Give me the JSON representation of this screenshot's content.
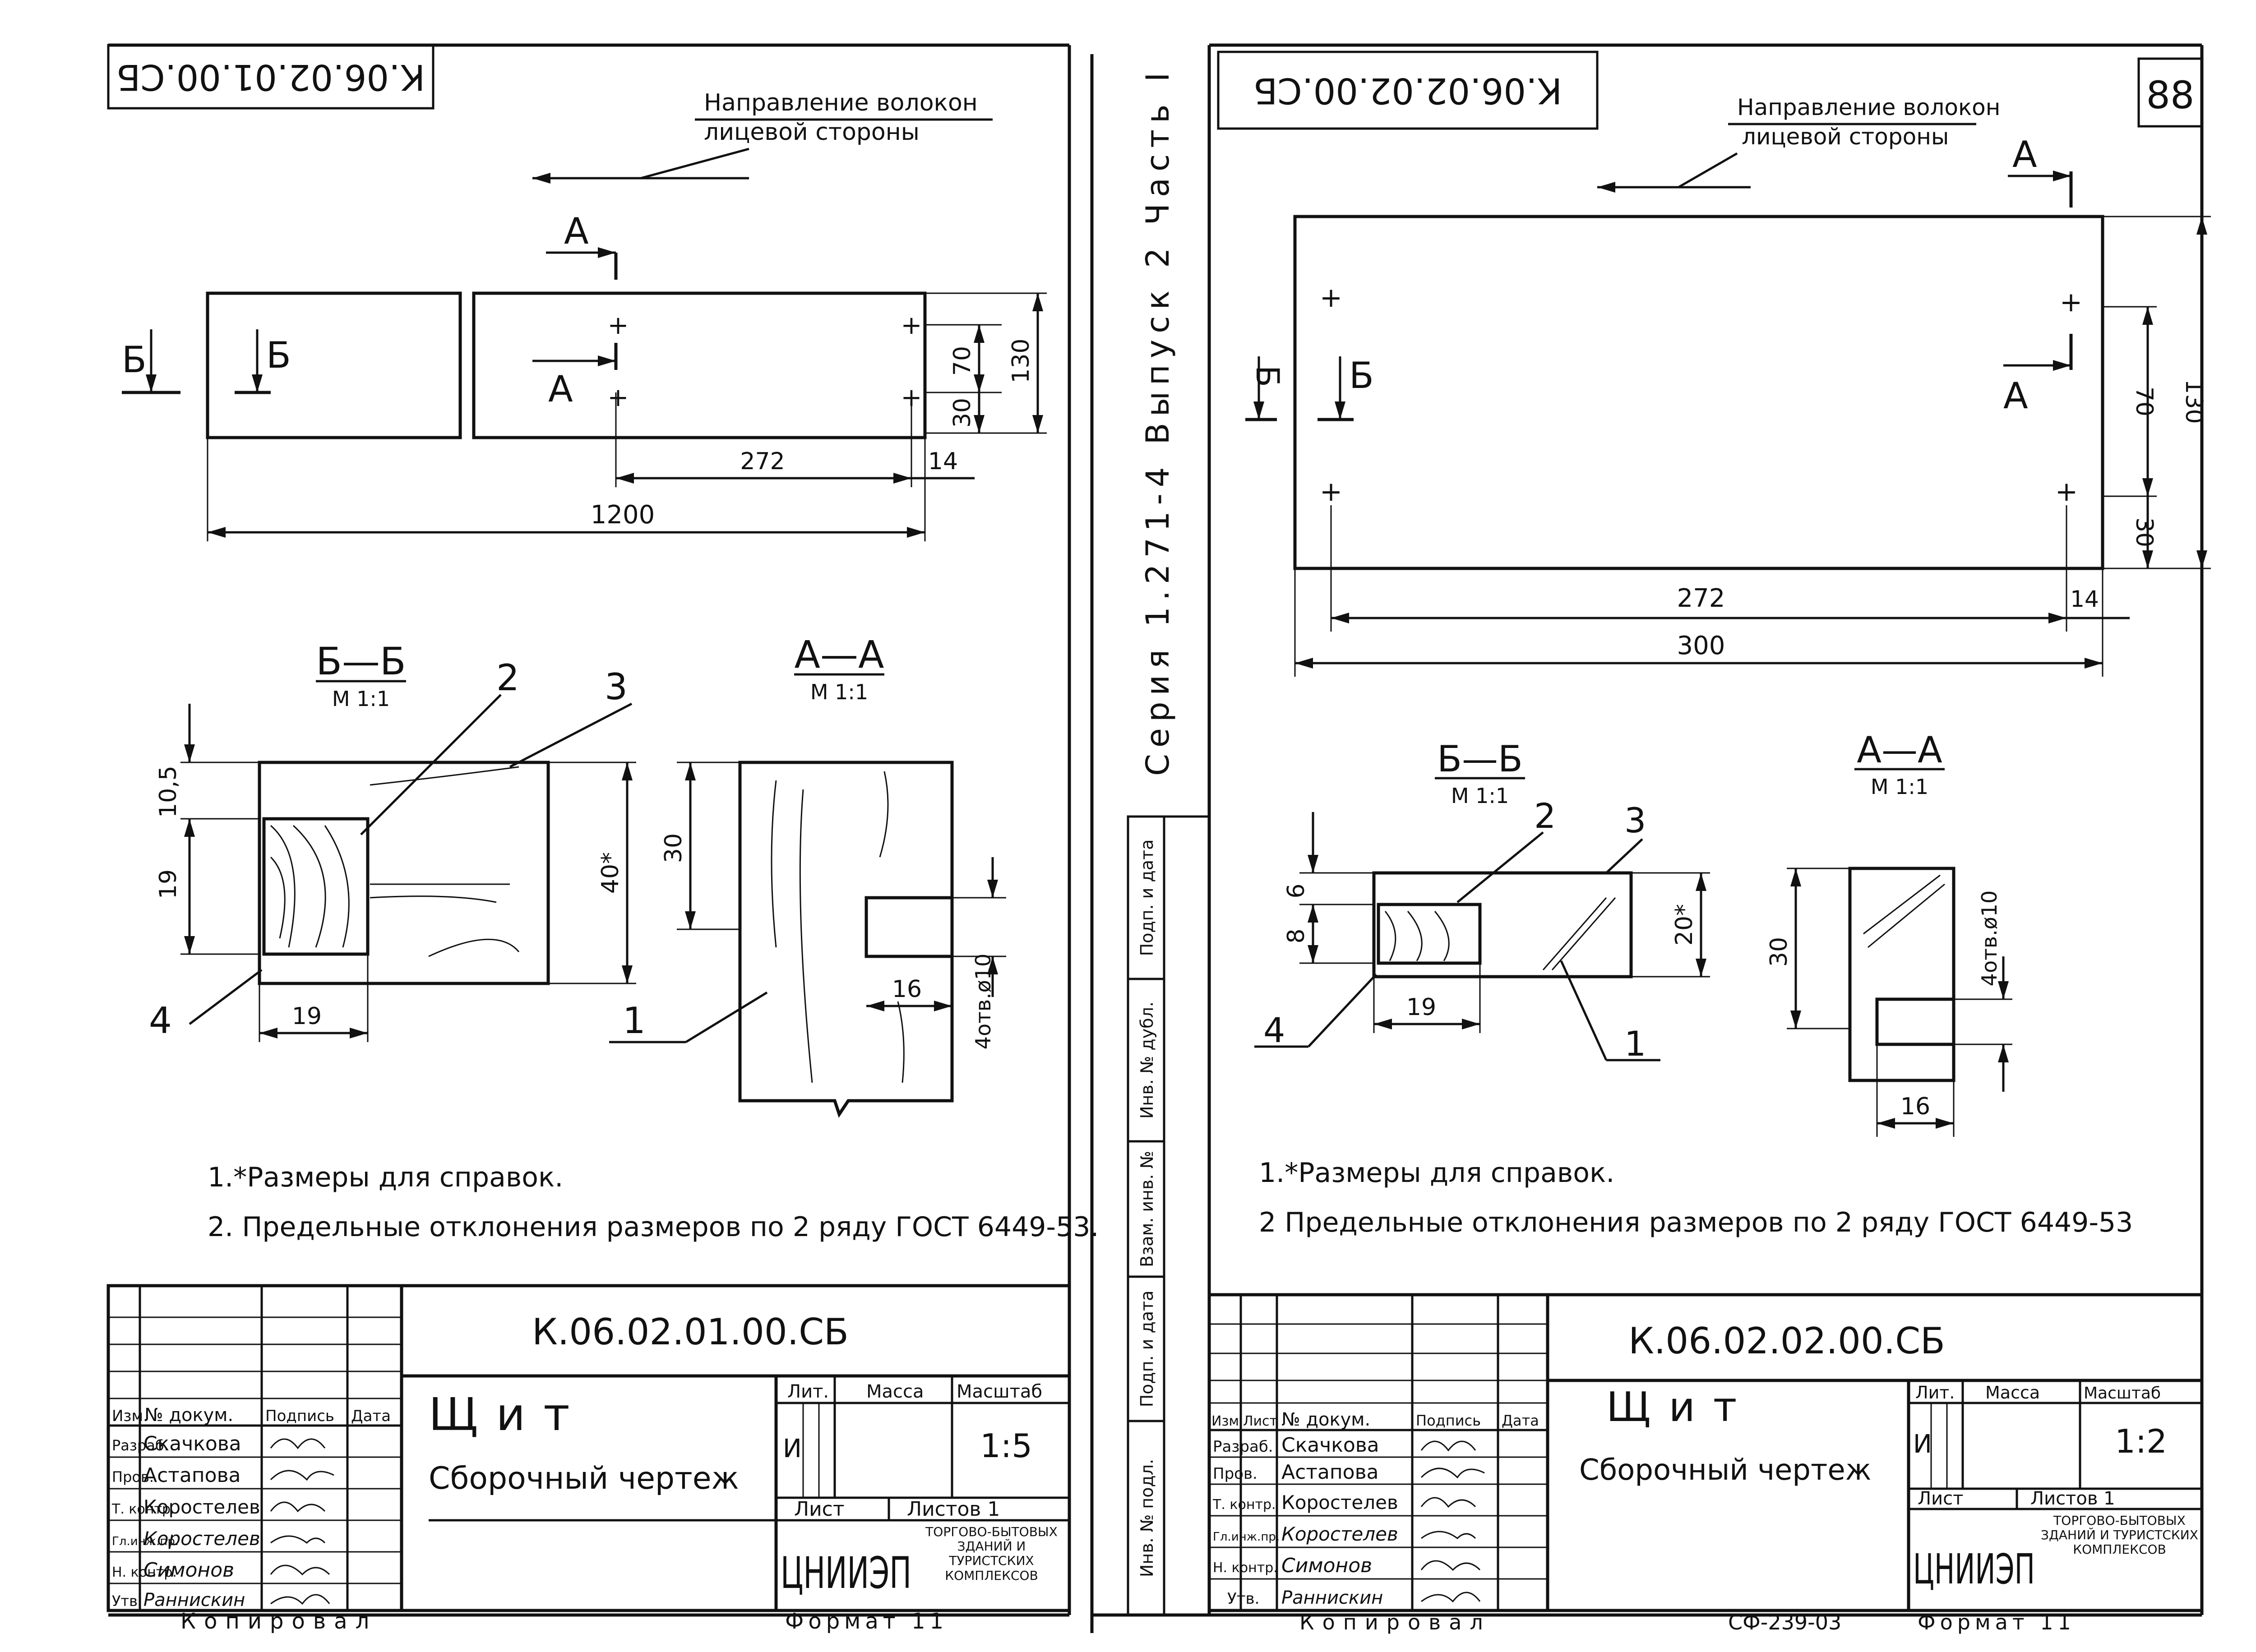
{
  "page_number": "88",
  "vertical_series": "Серия   1.271-4      Выпуск 2  Часть I",
  "side_stamp": [
    "Подп. и дата",
    "Инв. № дубл.",
    "Взам. инв. №",
    "Подп. и дата",
    "Инв. № подл."
  ],
  "sheet1": {
    "code_stamp_upside_down": "К.06.02.01.00.СБ",
    "fiber_note_line1": "Направление волокон",
    "fiber_note_line2": "лицевой стороны",
    "dims": {
      "overall": "1200",
      "span": "272",
      "edge": "14",
      "h70": "70",
      "h30": "30",
      "h130": "130"
    },
    "cut_marks": {
      "a": "А",
      "b": "Б"
    },
    "section_bb": {
      "title": "Б—Б",
      "scale": "М 1:1",
      "d105": "10,5",
      "d19v": "19",
      "d19h": "19",
      "d40": "40*",
      "callouts": [
        "2",
        "3",
        "4"
      ]
    },
    "section_aa": {
      "title": "А—А",
      "scale": "М 1:1",
      "d30": "30",
      "d16": "16",
      "holes": "4отв.ø10",
      "callout": "1"
    },
    "notes": [
      "1.*Размеры для справок.",
      "2. Предельные отклонения размеров по 2 ряду ГОСТ 6449-53."
    ],
    "title_block": {
      "code": "К.06.02.01.00.СБ",
      "name": "Щит",
      "subtitle": "Сборочный чертеж",
      "headers": {
        "lit": "Лит.",
        "mass": "Масса",
        "scale": "Масштаб",
        "sheet": "Лист",
        "sheets": "Листов 1",
        "doc": "№ докум.",
        "sign": "Подпись",
        "date": "Дата",
        "izm": "Изм."
      },
      "lit_value": "И",
      "scale_value": "1:5",
      "roles": [
        "Разраб.",
        "Пров.",
        "Т. контр.",
        "Гл.инж.пр.",
        "Н. контр.",
        "Утв."
      ],
      "people": [
        "Скачкова",
        "Астапова",
        "Коростелев",
        "Коростелев",
        "Симонов",
        "Раннискин"
      ],
      "org_logo": "ЦНИИЭП",
      "org_text": "торгово-бытовых зданий и туристских комплексов",
      "copied": "Копировал",
      "format": "Формат 11"
    }
  },
  "sheet2": {
    "code_stamp_upside_down": "К.06.02.02.00.СБ",
    "fiber_note_line1": "Направление волокон",
    "fiber_note_line2": "лицевой стороны",
    "dims": {
      "overall": "300",
      "span": "272",
      "edge": "14",
      "h70": "70",
      "h30": "30",
      "h130": "130"
    },
    "cut_marks": {
      "a": "А",
      "b": "Б"
    },
    "section_bb": {
      "title": "Б—Б",
      "scale": "М 1:1",
      "d6": "6",
      "d8": "8",
      "d19": "19",
      "d20": "20*",
      "callouts": [
        "2",
        "3",
        "4",
        "1"
      ]
    },
    "section_aa": {
      "title": "А—А",
      "scale": "М 1:1",
      "d30": "30",
      "d16": "16",
      "holes": "4отв.ø10"
    },
    "notes": [
      "1.*Размеры для справок.",
      "2 Предельные отклонения  размеров по 2 ряду ГОСТ 6449-53"
    ],
    "title_block": {
      "code": "К.06.02.02.00.СБ",
      "name": "Щит",
      "subtitle": "Сборочный чертеж",
      "headers": {
        "lit": "Лит.",
        "mass": "Масса",
        "scale": "Масштаб",
        "sheet": "Лист",
        "sheets": "Листов 1",
        "doc": "№ докум.",
        "sign": "Подпись",
        "date": "Дата",
        "izm": "Изм.",
        "list": "Лист"
      },
      "lit_value": "И",
      "scale_value": "1:2",
      "roles": [
        "Разраб.",
        "Пров.",
        "Т. контр.",
        "Гл.инж.пр.",
        "Н. контр.",
        "Утв."
      ],
      "people": [
        "Скачкова",
        "Астапова",
        "Коростелев",
        "Коростелев",
        "Симонов",
        "Раннискин"
      ],
      "org_logo": "ЦНИИЭП",
      "org_text": "торгово-бытовых зданий и туристских комплексов",
      "copied": "Копировал",
      "format": "Формат 11",
      "archive": "СФ-239-03"
    }
  }
}
